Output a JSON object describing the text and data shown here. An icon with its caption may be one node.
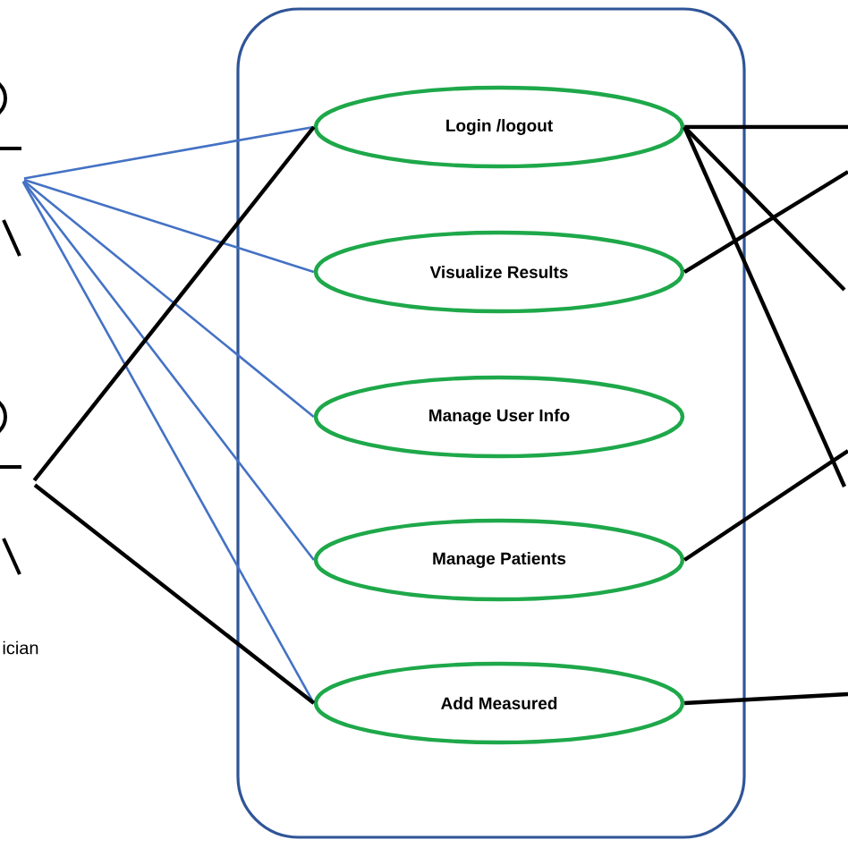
{
  "diagram": {
    "nodes": [
      {
        "text": [],
        "shape": "box"
      },
      {
        "text": [],
        "shape": "person"
      },
      {
        "text": [],
        "shape": "person",
        "beside": [
          "ician"
        ]
      },
      {
        "text": [
          "Login /logout"
        ],
        "in": 0
      },
      {
        "text": [
          "Visualize Results"
        ],
        "in": 0
      },
      {
        "text": [
          "Manage User Info"
        ],
        "in": 0
      },
      {
        "text": [
          "Manage Patients"
        ],
        "in": 0
      },
      {
        "text": [
          "Add Measured"
        ],
        "in": 0
      }
    ],
    "edges": [
      {
        "from": 1,
        "to": 3,
        "arrow": "none",
        "color": "#4472c4"
      },
      {
        "from": 1,
        "to": 4,
        "arrow": "none",
        "color": "#4472c4"
      },
      {
        "from": 1,
        "to": 5,
        "arrow": "none",
        "color": "#4472c4"
      },
      {
        "from": 1,
        "to": 6,
        "arrow": "none",
        "color": "#4472c4"
      },
      {
        "from": 1,
        "to": 7,
        "arrow": "none",
        "color": "#4472c4"
      },
      {
        "from": 2,
        "to": 3,
        "arrow": "none"
      },
      {
        "from": 2,
        "to": 7,
        "arrow": "none"
      },
      {
        "from": 3,
        "to": null,
        "arrow": "none"
      },
      {
        "from": 3,
        "to": null,
        "arrow": "none"
      },
      {
        "from": 3,
        "to": null,
        "arrow": "none"
      },
      {
        "from": 4,
        "to": null,
        "arrow": "none"
      },
      {
        "from": 6,
        "to": null,
        "arrow": "none"
      },
      {
        "from": 7,
        "to": null,
        "arrow": "none"
      }
    ]
  }
}
